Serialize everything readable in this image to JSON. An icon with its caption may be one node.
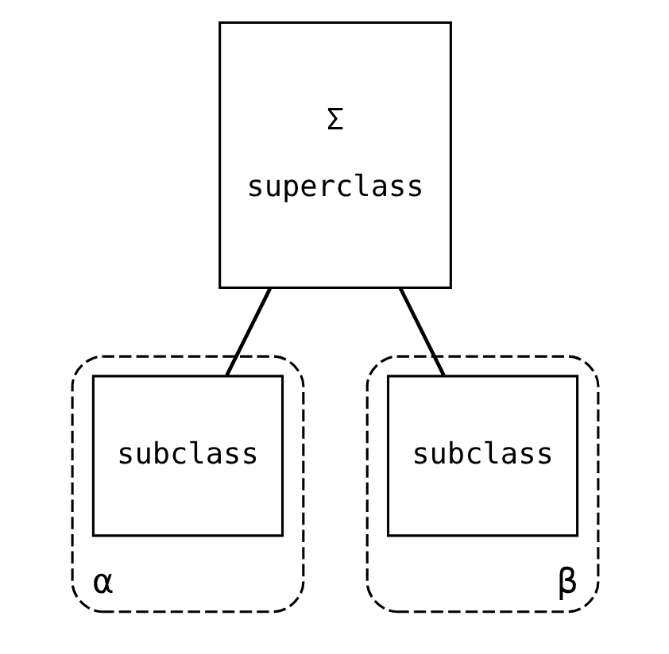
{
  "diagram": {
    "nodes": [
      {
        "text": [
          "α"
        ]
      },
      {
        "text": [
          "β"
        ]
      },
      {
        "text": [
          "Σ",
          "superclass"
        ]
      },
      {
        "text": [
          "subclass"
        ],
        "in": 0
      },
      {
        "text": [
          "subclass"
        ],
        "in": 1
      }
    ],
    "edges": [
      {
        "from": 2,
        "to": 3,
        "arrow": "none"
      },
      {
        "from": 2,
        "to": 4,
        "arrow": "none"
      }
    ]
  }
}
